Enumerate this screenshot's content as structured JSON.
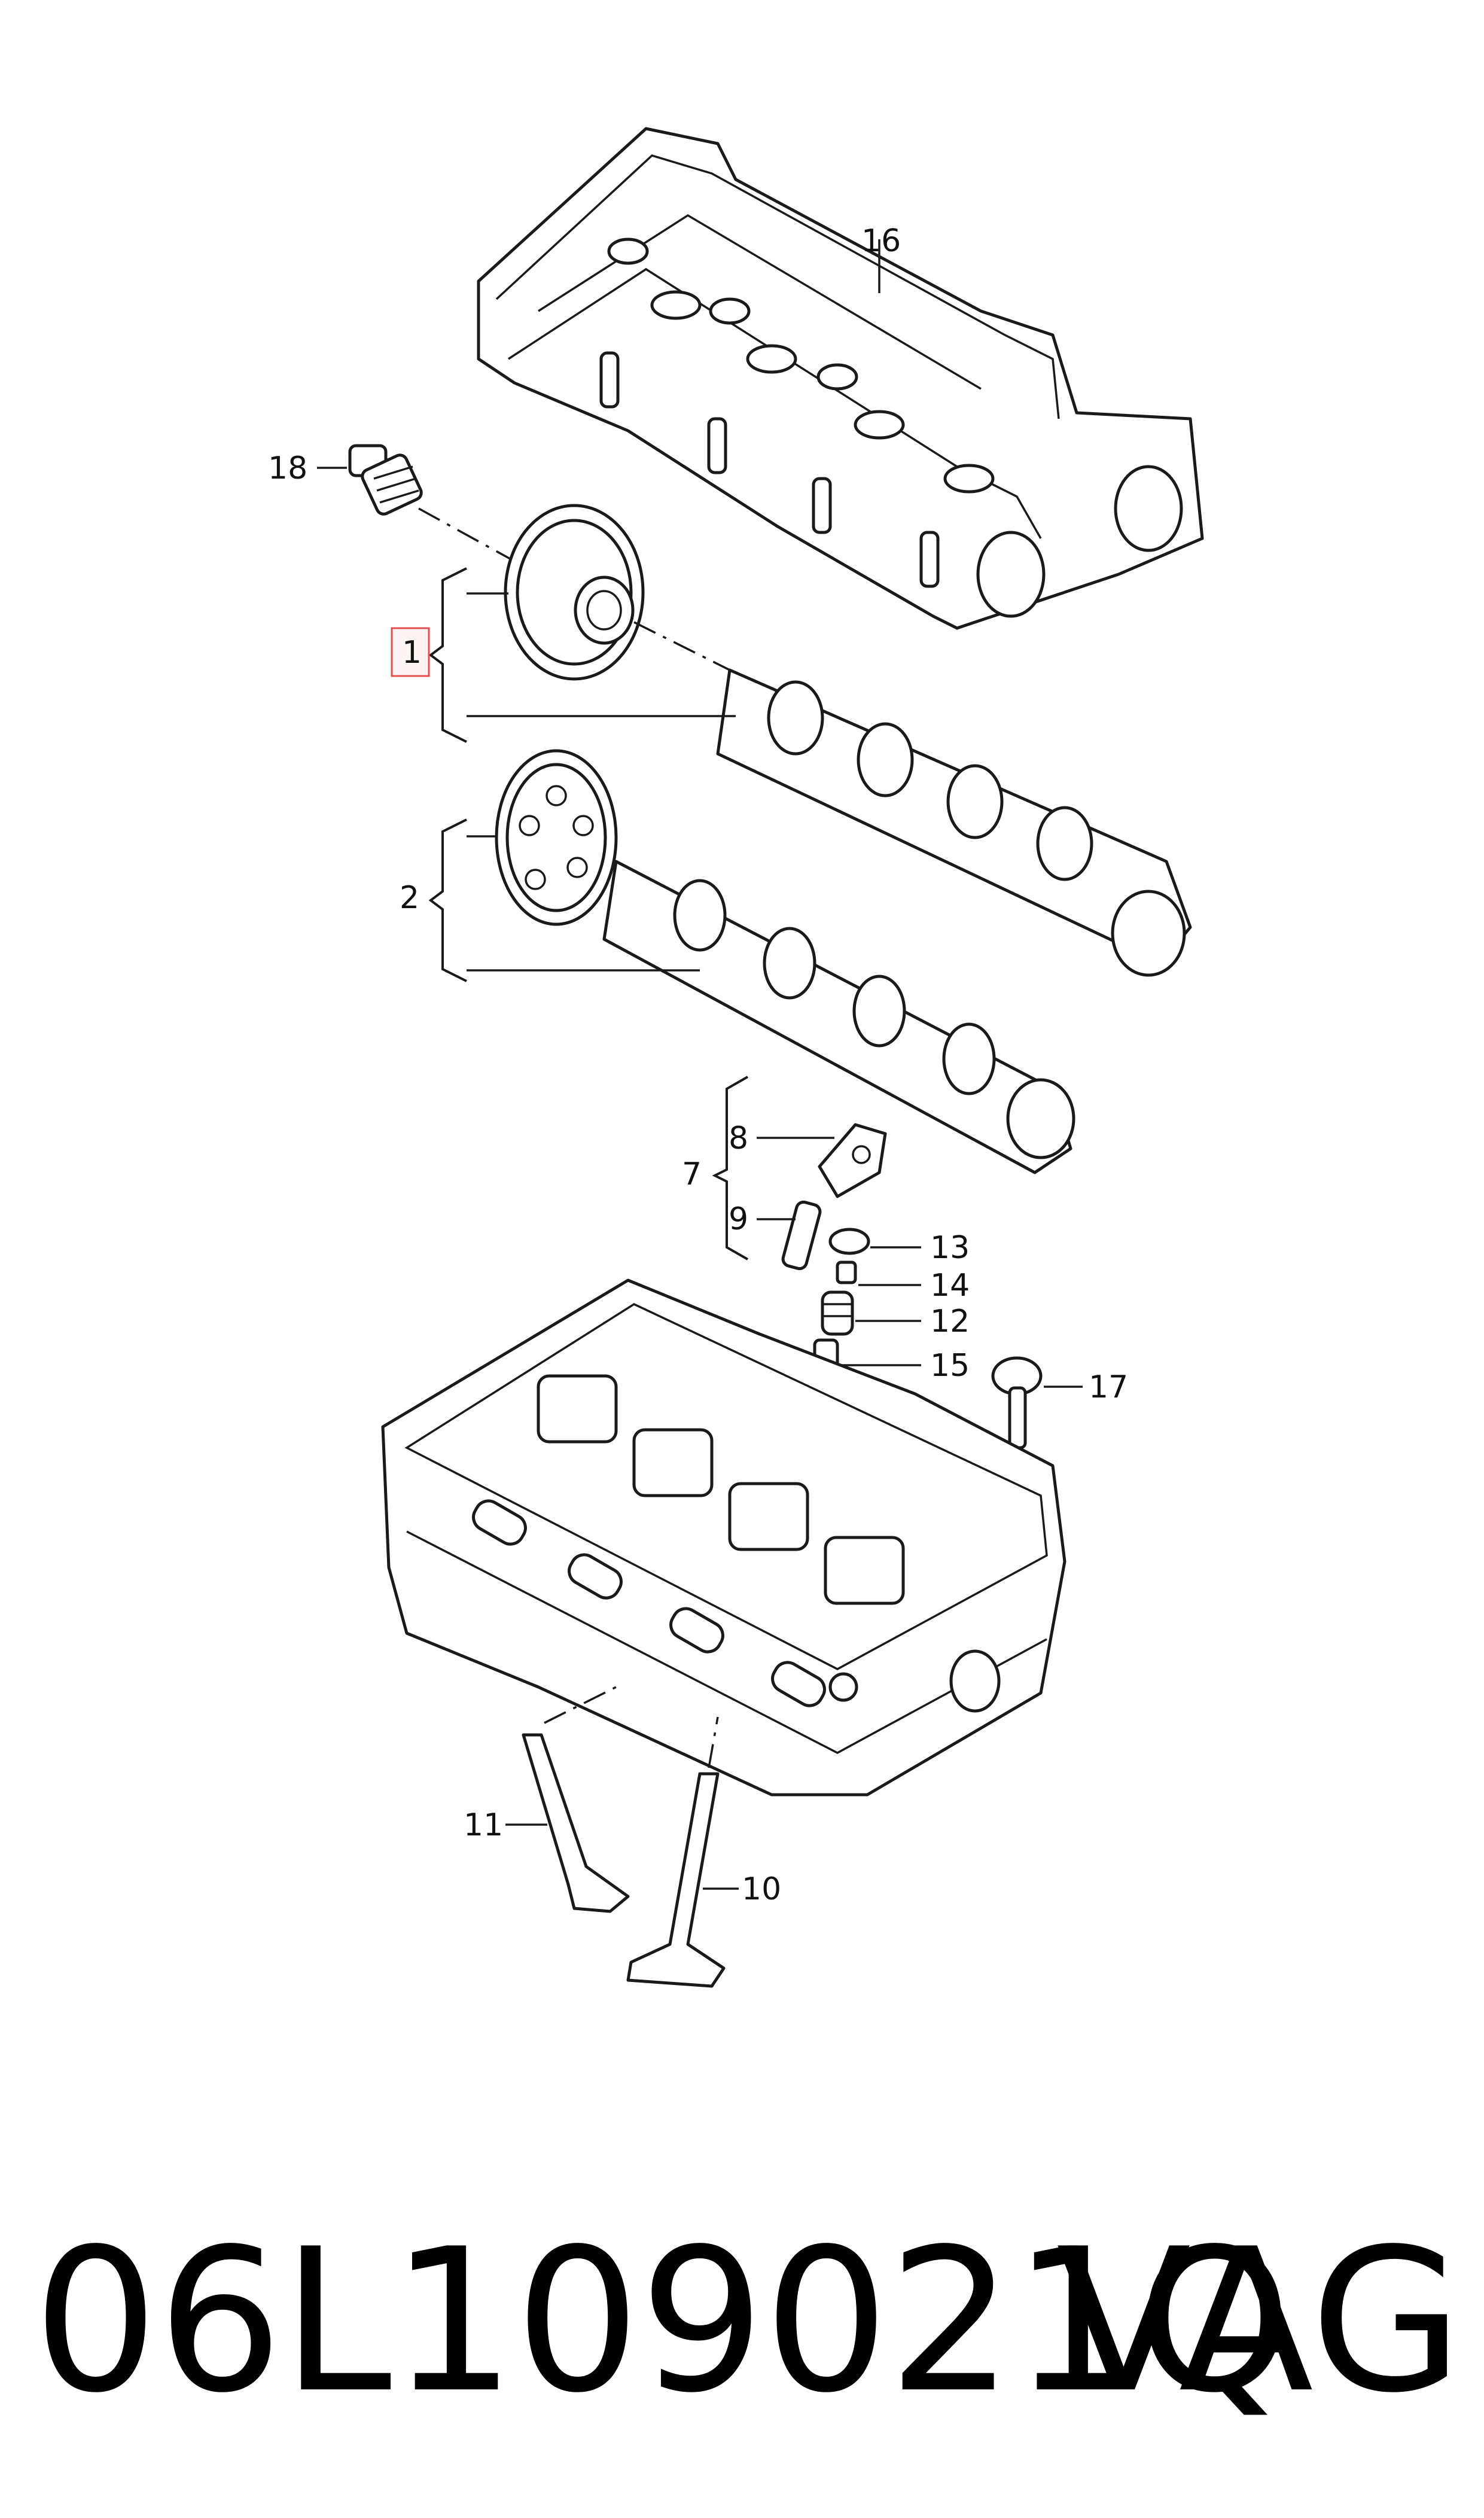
{
  "diagram": {
    "callouts": {
      "c1": "1",
      "c2": "2",
      "c7": "7",
      "c8": "8",
      "c9": "9",
      "c10": "10",
      "c11": "11",
      "c12": "12",
      "c13": "13",
      "c14": "14",
      "c15": "15",
      "c16": "16",
      "c17": "17",
      "c18": "18"
    },
    "highlight_color": "#e05050"
  },
  "footer": {
    "part_number": "06L109021Q",
    "brand": "VAG"
  }
}
